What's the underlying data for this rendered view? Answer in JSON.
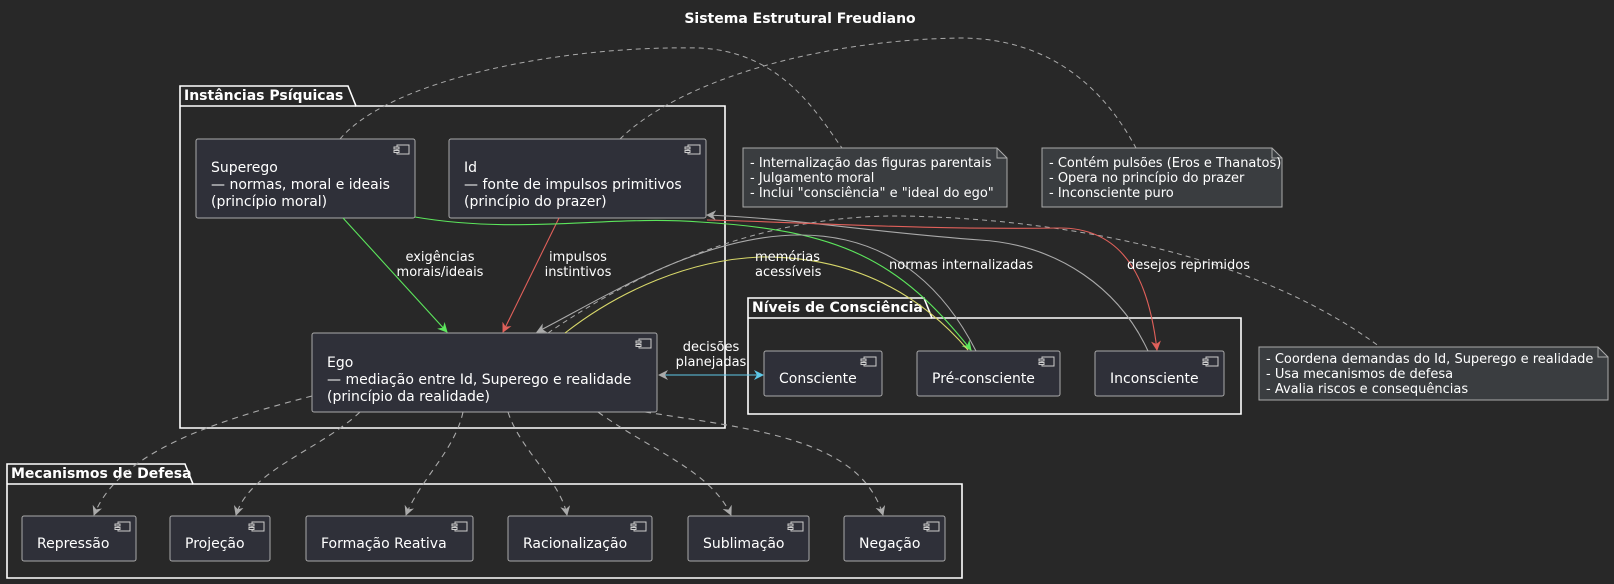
{
  "title": "Sistema Estrutural Freudiano",
  "packages": {
    "instancias": "Instâncias Psíquicas",
    "niveis": "Níveis de Consciência",
    "mecanismos": "Mecanismos de Defesa"
  },
  "components": {
    "superego": [
      "Superego",
      "— normas, moral e ideais",
      "(princípio moral)"
    ],
    "id": [
      "Id",
      "— fonte de impulsos primitivos",
      "(princípio do prazer)"
    ],
    "ego": [
      "Ego",
      "— mediação entre Id, Superego e realidade",
      "(princípio da realidade)"
    ],
    "consciente": "Consciente",
    "preconsciente": "Pré-consciente",
    "inconsciente": "Inconsciente",
    "repressao": "Repressão",
    "projecao": "Projeção",
    "formacao": "Formação Reativa",
    "racionalizacao": "Racionalização",
    "sublimacao": "Sublimação",
    "negacao": "Negação"
  },
  "notes": {
    "superego": [
      "- Internalização das figuras parentais",
      "- Julgamento moral",
      "- Inclui \"consciência\" e \"ideal do ego\""
    ],
    "id": [
      "- Contém pulsões (Eros e Thanatos)",
      "- Opera no princípio do prazer",
      "- Inconsciente puro"
    ],
    "ego": [
      "- Coordena demandas do Id, Superego e realidade",
      "- Usa mecanismos de defesa",
      "- Avalia riscos e consequências"
    ]
  },
  "edge_labels": {
    "exigencias": [
      "exigências",
      "morais/ideais"
    ],
    "impulsos": [
      "impulsos",
      "instintivos"
    ],
    "memorias": [
      "memórias",
      "acessíveis"
    ],
    "normas": "normas internalizadas",
    "desejos": "desejos reprimidos",
    "decisoes": [
      "decisões",
      "planejadas"
    ]
  },
  "colors": {
    "background": "#282828",
    "green": "#5ce65c",
    "red": "#e0605a",
    "yellow": "#d8d86a",
    "cyan": "#5ec8e8",
    "gray": "#aaaaaa",
    "white": "#ffffff"
  }
}
